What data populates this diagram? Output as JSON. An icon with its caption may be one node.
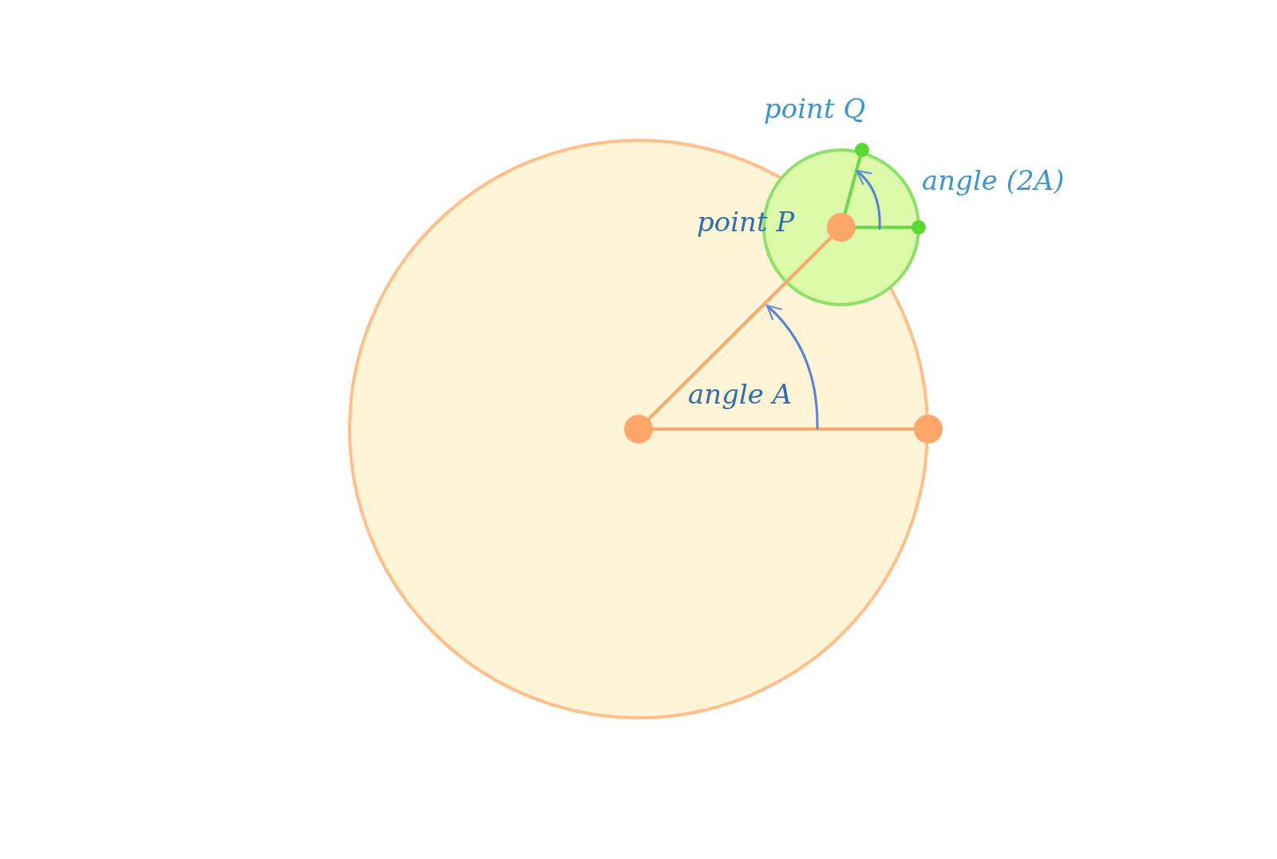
{
  "diagram": {
    "labels": [
      "point Q",
      "angle (2A)",
      "point P",
      "angle A"
    ]
  }
}
